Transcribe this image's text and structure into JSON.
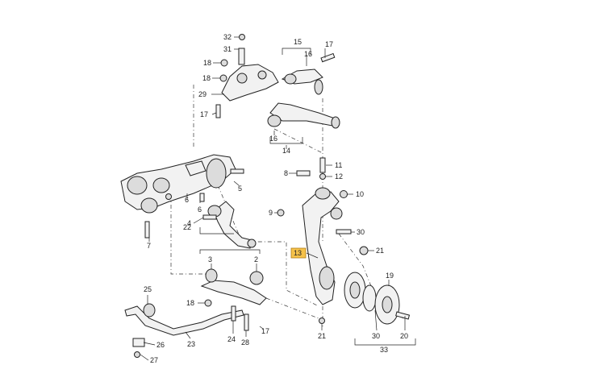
{
  "diagram": {
    "labels": [
      "32",
      "31",
      "18",
      "18",
      "29",
      "17",
      "15",
      "16",
      "17",
      "14",
      "16",
      "5",
      "6",
      "6",
      "7",
      "4",
      "22",
      "8",
      "11",
      "12",
      "10",
      "9",
      "3",
      "2",
      "25",
      "18",
      "30",
      "13",
      "21",
      "19",
      "21",
      "26",
      "27",
      "23",
      "24",
      "28",
      "17",
      "20",
      "30",
      "33"
    ],
    "highlight": "13",
    "colors": {
      "highlight_fill": "#f6c24a",
      "line": "#222222"
    }
  }
}
